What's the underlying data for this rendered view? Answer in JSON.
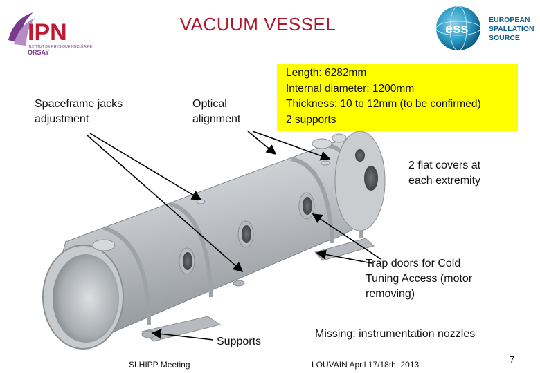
{
  "slide": {
    "title": "VACUUM  VESSEL",
    "colors": {
      "title": "#b0172a",
      "highlight": "#ffff00",
      "vessel": "#b9bdc1"
    }
  },
  "logos": {
    "ipn": {
      "wordmark": "IPN",
      "subtitle": "INSTITUT DE PHYSIQUE NUCLÉAIRE",
      "location": "ORSAY",
      "icon": "ipn-swoosh-logo"
    },
    "ess": {
      "wordmark": "ess",
      "lines": [
        "EUROPEAN",
        "SPALLATION",
        "SOURCE"
      ],
      "icon": "ess-globe-logo"
    }
  },
  "labels": {
    "spaceframe": "Spaceframe jacks\nadjustment",
    "optical": "Optical\nalignment",
    "covers": "2 flat covers at\neach extremity",
    "trapdoors": "Trap doors for Cold\nTuning Access (motor\nremoving)",
    "supports": "Supports",
    "missing": "Missing:  instrumentation nozzles"
  },
  "specs": {
    "length": "Length: 6282mm",
    "diameter": "Internal diameter: 1200mm",
    "thickness": "Thickness: 10 to 12mm (to be confirmed)",
    "supports": "2 supports"
  },
  "footer": {
    "left": "SLHIPP  Meeting",
    "center": "LOUVAIN  April  17/18th, 2013",
    "page": "7"
  }
}
